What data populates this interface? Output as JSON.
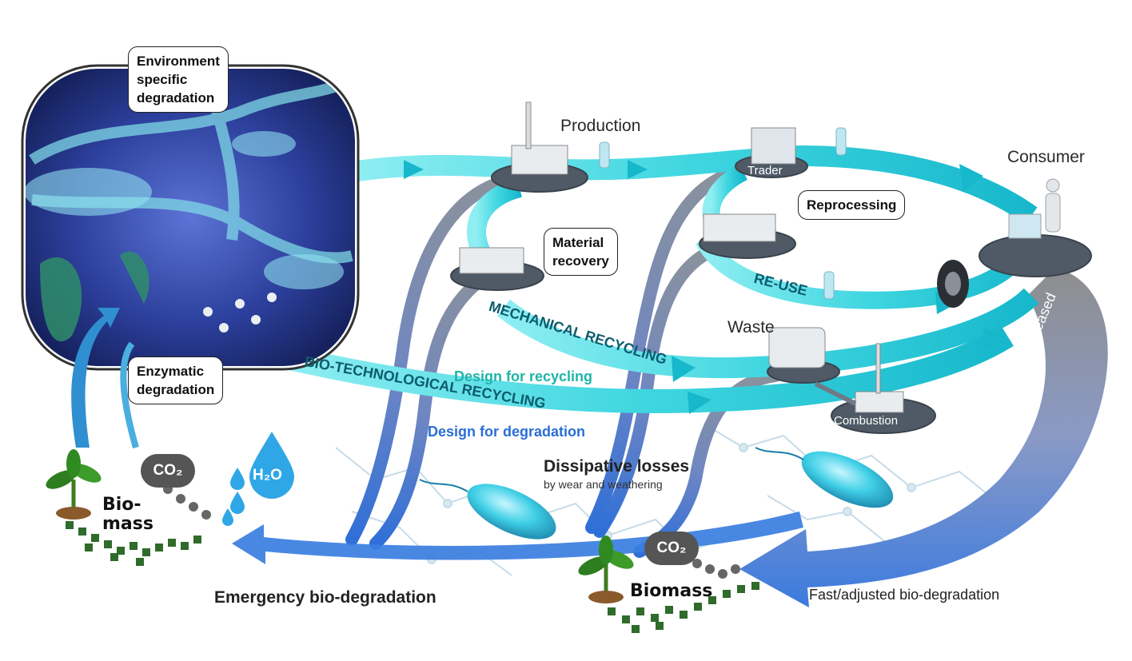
{
  "labels": {
    "production": "Production",
    "consumer": "Consumer",
    "trader": "Trader",
    "reprocessing": "Reprocessing",
    "material_recovery": "Material\nrecovery",
    "waste": "Waste",
    "combustion": "Combustion",
    "re_use": "RE-USE",
    "mechanical_recycling": "MECHANICAL RECYCLING",
    "bio_technological_recycling": "BIO-TECHNOLOGICAL RECYCLING",
    "design_for_recycling": "Design for recycling",
    "design_for_degradation": "Design for degradation",
    "dissipative_losses": "Dissipative losses",
    "dissipative_sub": "by wear and weathering",
    "intentionally_released": "Intentionally released",
    "emergency_biodegradation": "Emergency bio-degradation",
    "fast_biodegradation": "Fast/adjusted bio-degradation",
    "environment_specific": "Environment\nspecific\ndegradation",
    "enzymatic": "Enzymatic\ndegradation",
    "biomass_left": "Bio-\nmass",
    "biomass_right": "Biomass",
    "co2_left": "CO₂",
    "co2_right": "CO₂",
    "h2o": "H₂O"
  },
  "colors": {
    "cycle_cyan": "#3fd6e0",
    "cycle_dark": "#13a9bf",
    "grey_flow": "#7f8a96",
    "blue_flow": "#2f6fd8",
    "green_text": "#1fb5a8",
    "blue_text": "#2b6ed6",
    "micro_bg": "#2b3f9a"
  }
}
